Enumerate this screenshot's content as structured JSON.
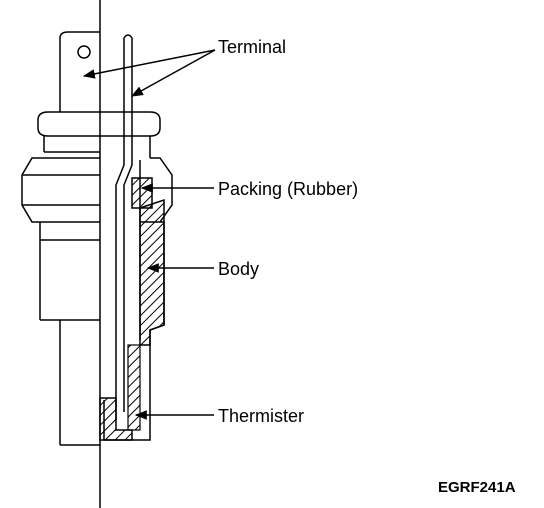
{
  "labels": {
    "terminal": "Terminal",
    "packing": "Packing (Rubber)",
    "body": "Body",
    "thermister": "Thermister"
  },
  "figure_code": "EGRF241A"
}
